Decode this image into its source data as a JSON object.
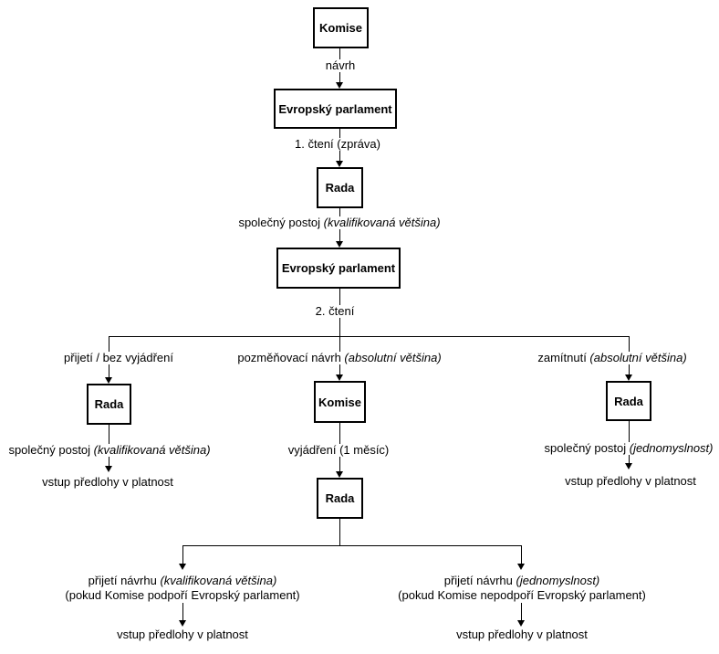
{
  "colors": {
    "line": "#000000",
    "background": "#ffffff",
    "text": "#000000"
  },
  "diagram": {
    "nodes": {
      "komise_top": "Komise",
      "ep_first": "Evropský parlament",
      "rada_first": "Rada",
      "ep_second": "Evropský parlament",
      "rada_left": "Rada",
      "komise_mid": "Komise",
      "rada_right": "Rada",
      "rada_mid": "Rada"
    },
    "labels": {
      "navrh": "návrh",
      "cteni1": "1. čtení (zpráva)",
      "spolecny_postoj_1": {
        "text": "společný postoj ",
        "italic": "(kvalifikovaná většina)"
      },
      "cteni2": "2. čtení",
      "branch_left": "přijetí / bez vyjádření",
      "branch_mid": {
        "text": "pozměňovací návrh ",
        "italic": "(absolutní většina)"
      },
      "branch_right": {
        "text": "zamítnutí ",
        "italic": "(absolutní většina)"
      },
      "left_postoj": {
        "text": "společný postoj ",
        "italic": "(kvalifikovaná většina)"
      },
      "vyjadreni": "vyjádření (1 měsíc)",
      "right_postoj": {
        "text": "společný postoj ",
        "italic": "(jednomyslnost)"
      },
      "left_vstup": "vstup předlohy v platnost",
      "right_vstup": "vstup předlohy v platnost",
      "bottom_left_line1": {
        "text": "přijetí návrhu ",
        "italic": "(kvalifikovaná většina)"
      },
      "bottom_left_line2": "(pokud Komise podpoří Evropský parlament)",
      "bottom_right_line1": {
        "text": "přijetí návrhu ",
        "italic": "(jednomyslnost)"
      },
      "bottom_right_line2": "(pokud Komise nepodpoří Evropský parlament)",
      "bottom_left_vstup": "vstup předlohy v platnost",
      "bottom_right_vstup": "vstup předlohy v platnost"
    }
  }
}
